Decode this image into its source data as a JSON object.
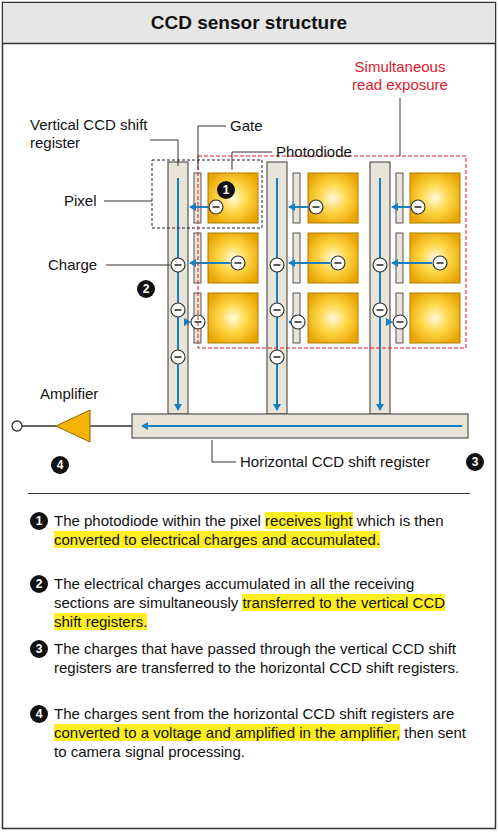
{
  "diagram": {
    "title": "CCD sensor structure",
    "labels": [
      "Simultaneous read exposure",
      "Vertical CCD shift register",
      "Gate",
      "Photodiode",
      "Pixel",
      "1",
      "Charge",
      "2",
      "Amplifier",
      "Horizontal CCD shift register",
      "4",
      "3",
      "1",
      "The photodiode within the pixel receives light which is then converted to electrical charges and accumulated.",
      "2",
      "The electrical charges accumulated in all the receiving sections are simultaneously transferred to the vertical CCD shift registers.",
      "3",
      "The charges that have passed through the vertical CCD shift registers are transferred to the horizontal CCD shift registers.",
      "4",
      "The charges sent from the horizontal CCD shift registers are converted to a voltage and amplified in the amplifier, then sent to camera signal processing."
    ]
  }
}
